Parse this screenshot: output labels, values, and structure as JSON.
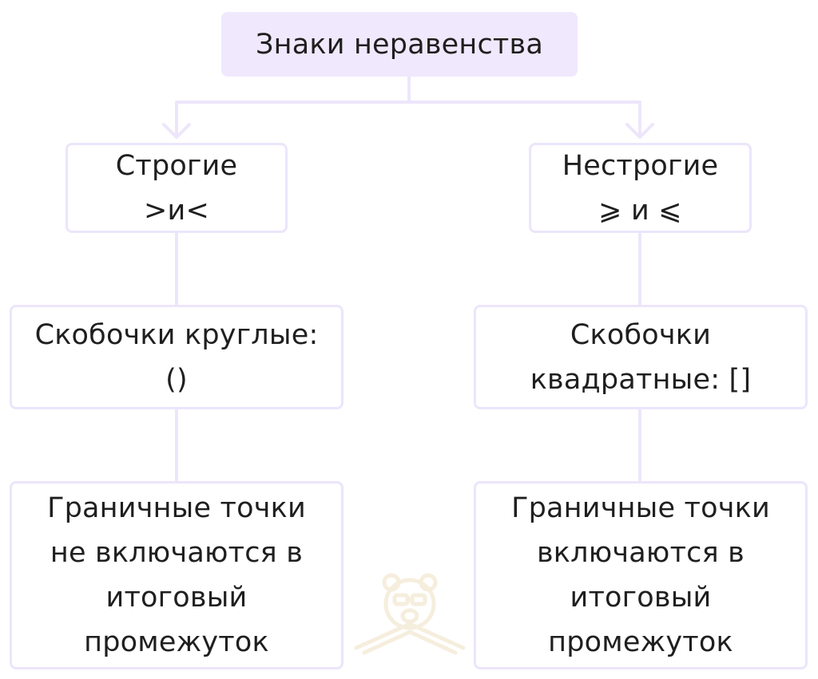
{
  "diagram": {
    "root": {
      "label": "Знаки неравенства"
    },
    "strict": {
      "title": "Строгие",
      "signs": ">и<"
    },
    "nonstrict": {
      "title": "Нестрогие",
      "signs": "⩾ и ⩽"
    },
    "round_brackets": {
      "line1": "Скобочки круглые:",
      "line2": "()"
    },
    "square_brackets": {
      "line1": "Скобочки",
      "line2": "квадратные: []"
    },
    "excluded": {
      "line1": "Граничные точки",
      "line2": "не включаются в",
      "line3": "итоговый",
      "line4": "промежуток"
    },
    "included": {
      "line1": "Граничные точки",
      "line2": "включаются в",
      "line3": "итоговый",
      "line4": "промежуток"
    }
  },
  "colors": {
    "root_fill": "#f0e8fd",
    "box_border": "#ece5fb",
    "connector": "#ede6fb",
    "text": "#1f1f1f",
    "watermark": "#f6eedd"
  },
  "icons": {
    "watermark": "bear-logo-icon"
  }
}
